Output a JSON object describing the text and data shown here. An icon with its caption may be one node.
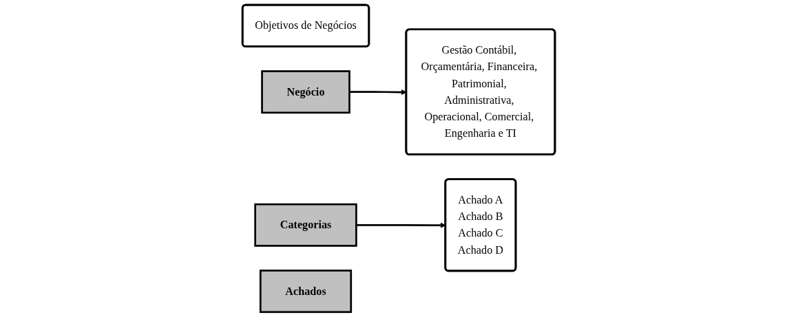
{
  "diagram": {
    "nodes": [
      {
        "text": [
          "Objetivos de Negócios"
        ]
      },
      {
        "text": [
          "Negócio"
        ]
      },
      {
        "text": [
          "Categorias"
        ]
      },
      {
        "text": [
          "Gestão Contábil, Orçamentária, Financeira, Patrimonial, Administrativa, Operacional, Comercial, Engenharia e TI"
        ]
      },
      {
        "text": [
          "Achado A",
          "Achado B",
          "Achado C",
          "Achado D"
        ]
      },
      {
        "text": [
          "Achados"
        ]
      }
    ],
    "edges": [
      {
        "from": 1,
        "to": 3,
        "arrow": "to"
      },
      {
        "from": 2,
        "to": 4,
        "arrow": "to"
      }
    ]
  }
}
